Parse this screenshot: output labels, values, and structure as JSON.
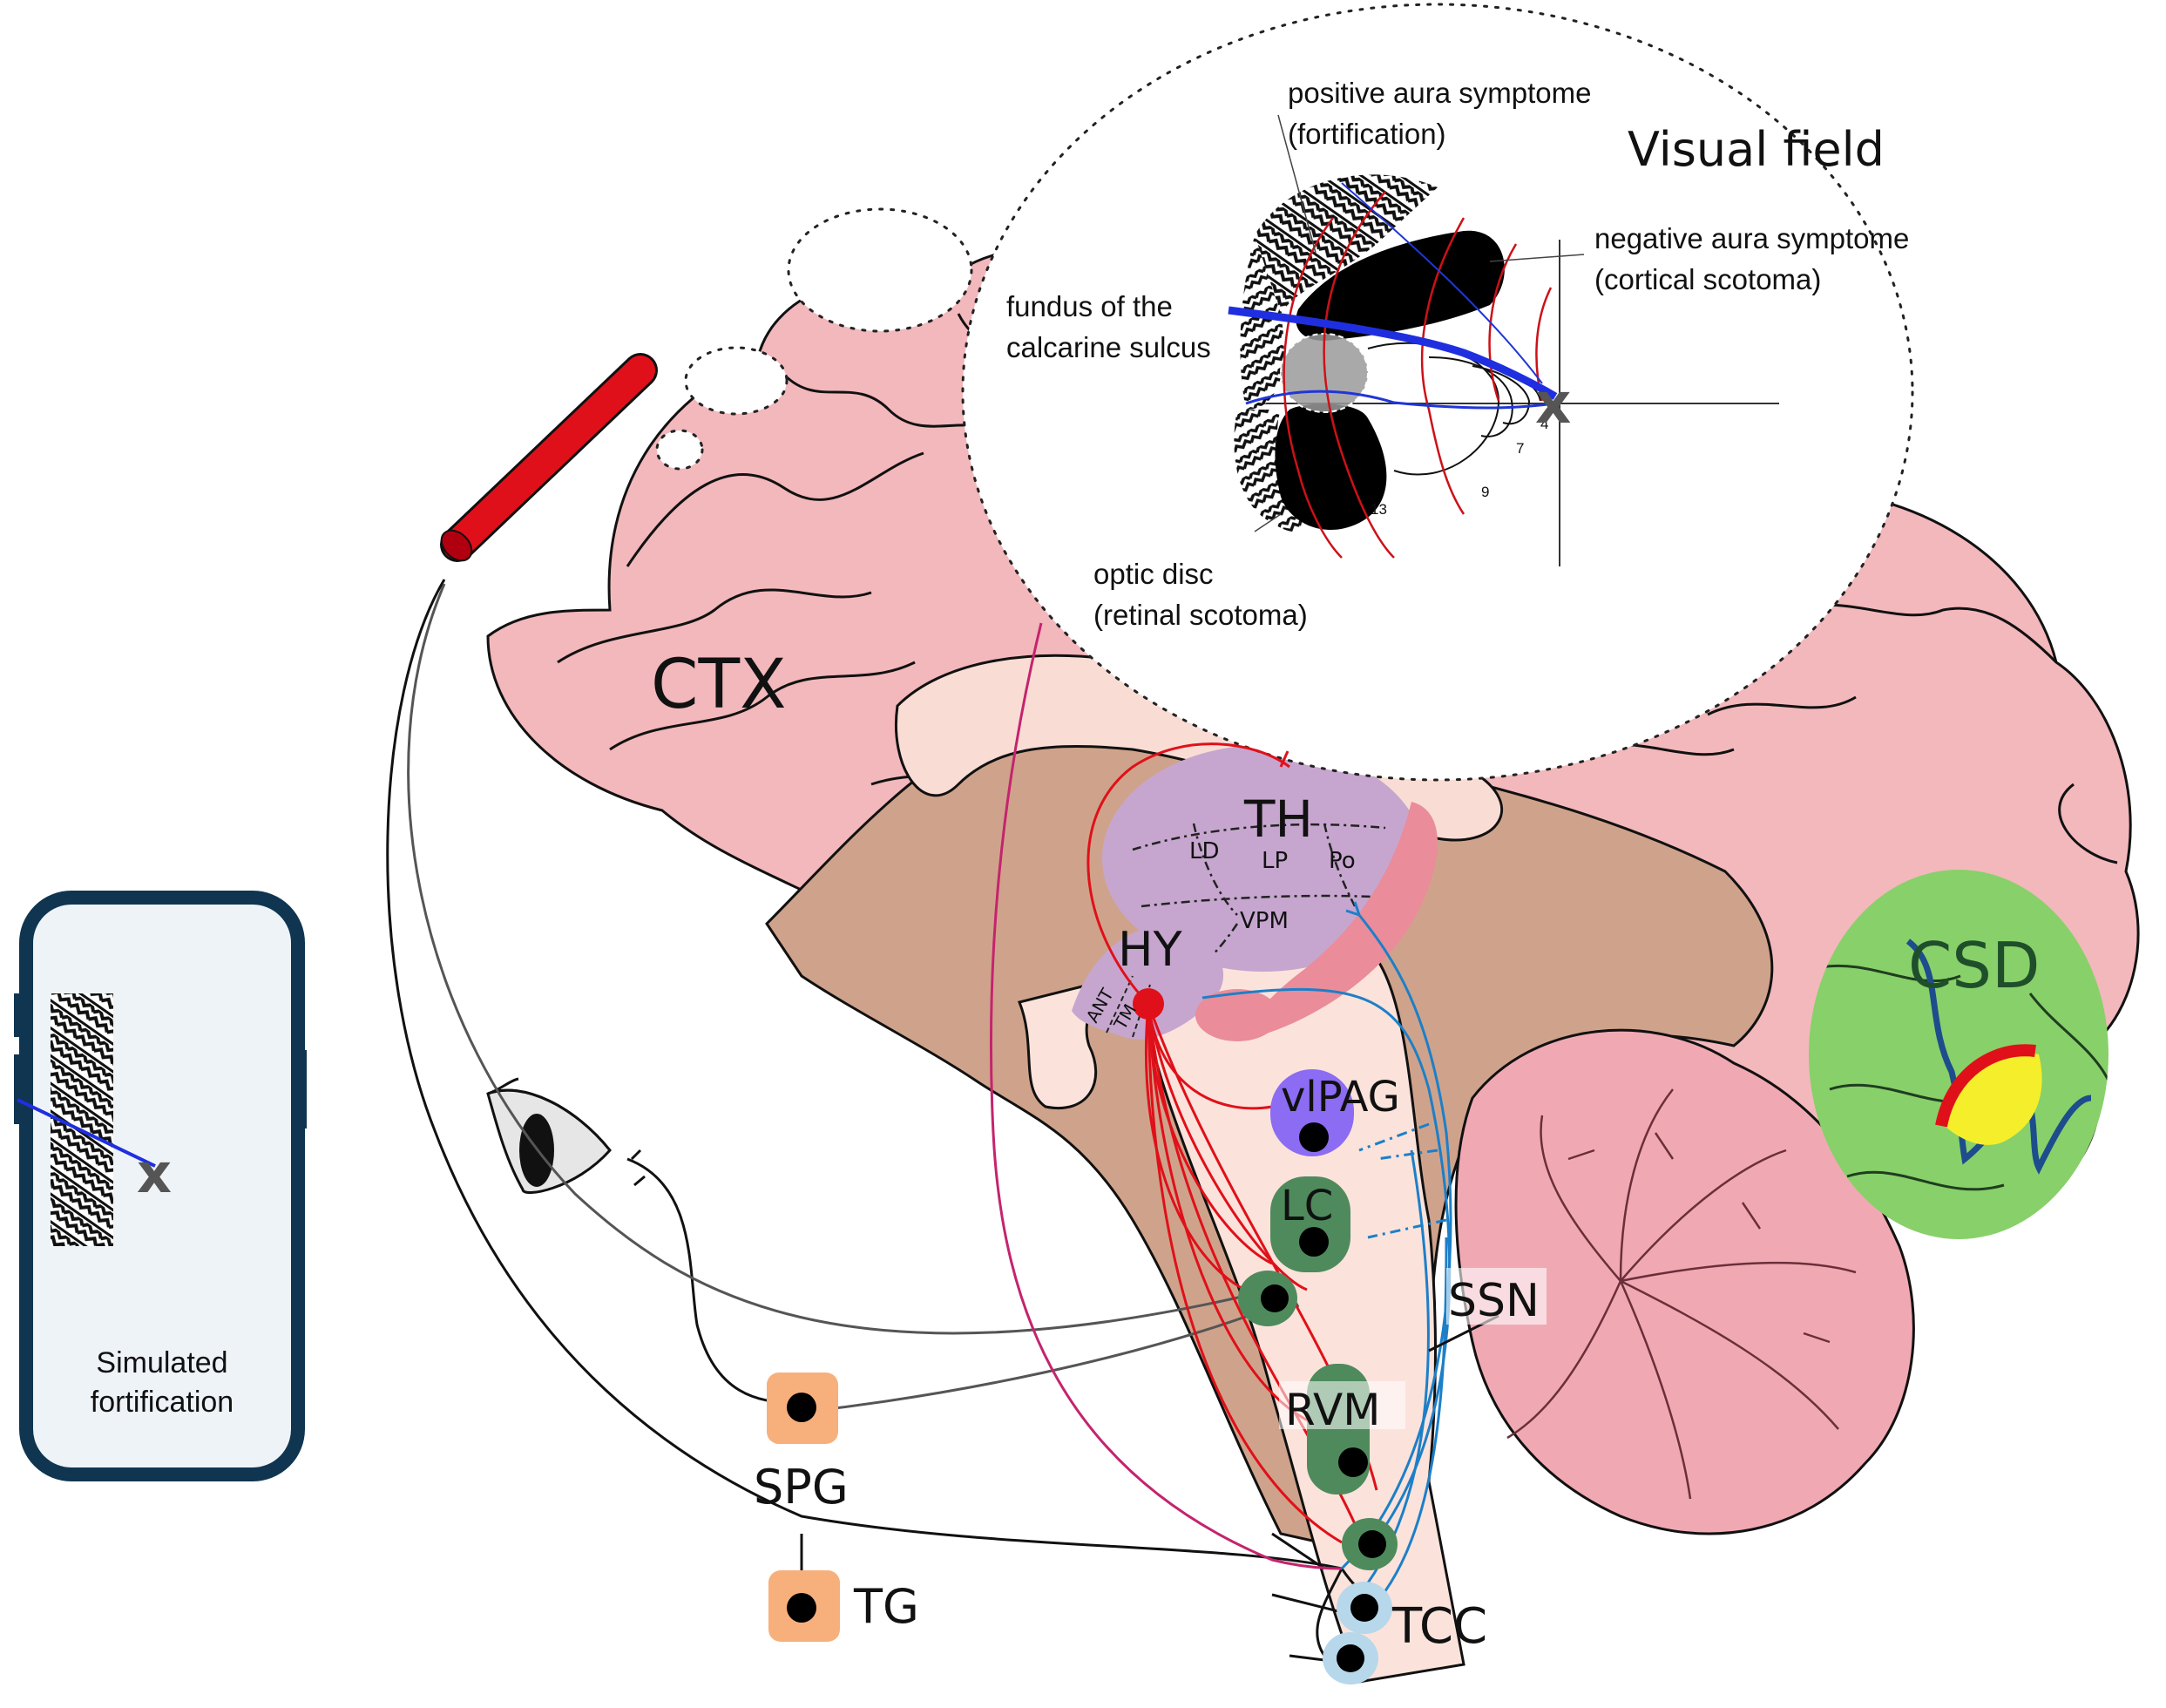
{
  "visual_field": {
    "title": "Visual field",
    "positive_aura": "positive aura symptome",
    "positive_aura_sub": "(fortification)",
    "negative_aura": "negative aura symptome",
    "negative_aura_sub": "(cortical scotoma)",
    "fundus": "fundus of the",
    "fundus_sub": "calcarine sulcus",
    "optic_disc": "optic disc",
    "optic_disc_sub": "(retinal scotoma)",
    "fixation_mark": "x",
    "eccentricities": [
      "4",
      "7",
      "9",
      "13"
    ]
  },
  "regions": {
    "cortex": "CTX",
    "thalamus": "TH",
    "thalamic_nuclei": [
      "LD",
      "LP",
      "Po",
      "VPM"
    ],
    "hypothalamus": "HY",
    "hypothalamic_nuclei": [
      "ANT",
      "TM"
    ],
    "vlpag": "vlPAG",
    "lc": "LC",
    "ssn": "SSN",
    "rvm": "RVM",
    "tcc": "TCC",
    "csd": "CSD",
    "spg": "SPG",
    "tg": "TG"
  },
  "phone": {
    "caption_line1": "Simulated",
    "caption_line2": "fortification",
    "fixation_mark": "x"
  },
  "colors": {
    "cortex_pink": "#f2b8bc",
    "brainstem_tan": "#cfa38b",
    "thalamus_purple": "#c6a6cf",
    "vlpag_purple": "#8b6cf2",
    "nucleus_green": "#4f8a5c",
    "csd_green": "#88d06a",
    "ganglion_orange": "#f7b07c",
    "artery_red": "#e0101a",
    "pathway_blue": "#1d7fc8",
    "phone_frame": "#0f3550"
  }
}
